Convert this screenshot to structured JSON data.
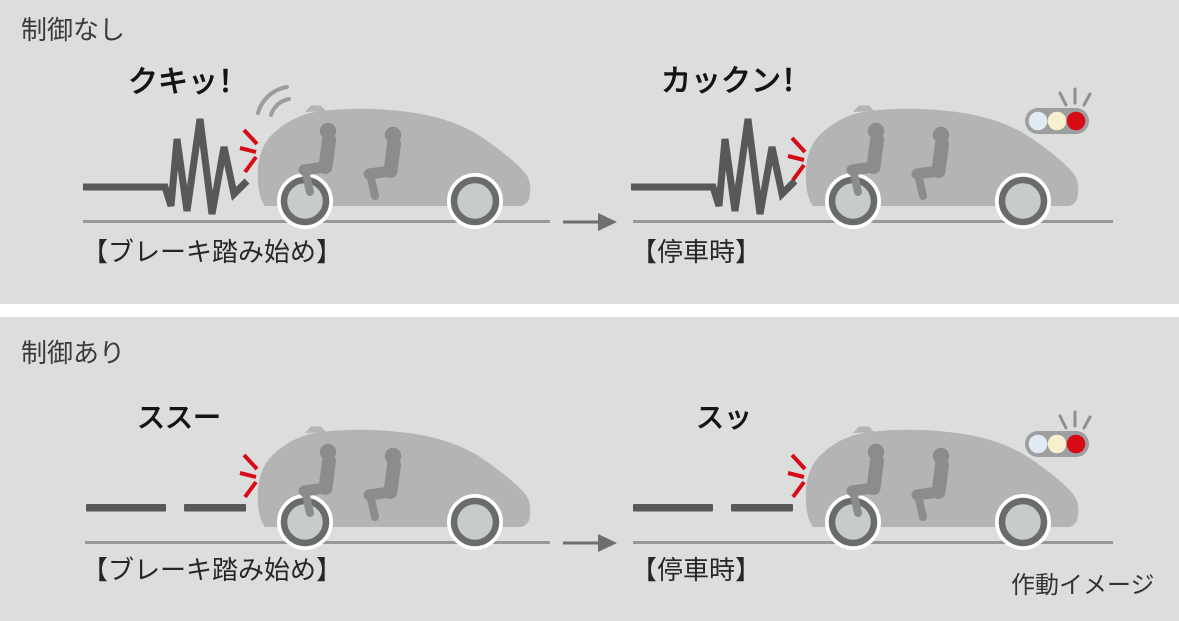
{
  "colors": {
    "panel_bg": "#dcdddd",
    "car_body": "#b3b5b5",
    "passenger": "#8b8d8d",
    "line_dark": "#57585a",
    "ground": "#97989a",
    "arrow": "#6e6f71",
    "red": "#d70b16",
    "tire": "#696b6d",
    "hub": "#c7cbcb",
    "arch": "#ffffff",
    "tl_body": "#9d9ea0",
    "tl_white": "#e2ebf1",
    "tl_yellow": "#f6f0cc",
    "ray": "#8f9092",
    "arc": "#9b9c9e",
    "title_text": "#3a3a3a",
    "sound_text": "#141414",
    "caption_text": "#262626",
    "footer_text": "#333333"
  },
  "panels": [
    {
      "id": "no-control",
      "title": "制御なし",
      "scenes": [
        {
          "sound": "クキッ！",
          "caption": "【ブレーキ踏み始め】",
          "brake_line": "zigzag",
          "extras": [
            "motion-arcs",
            "impact-marks"
          ]
        },
        {
          "sound": "カックン！",
          "caption": "【停車時】",
          "brake_line": "zigzag",
          "extras": [
            "impact-marks",
            "traffic-light-red"
          ]
        }
      ]
    },
    {
      "id": "with-control",
      "title": "制御あり",
      "scenes": [
        {
          "sound": "ススー",
          "caption": "【ブレーキ踏み始め】",
          "brake_line": "dashes",
          "extras": [
            "impact-marks"
          ]
        },
        {
          "sound": "スッ",
          "caption": "【停車時】",
          "brake_line": "dashes",
          "extras": [
            "impact-marks",
            "traffic-light-red"
          ]
        }
      ]
    }
  ],
  "footer_note": "作動イメージ",
  "traffic_light": {
    "lit": "red",
    "lamps": [
      "white",
      "yellow",
      "red"
    ]
  }
}
